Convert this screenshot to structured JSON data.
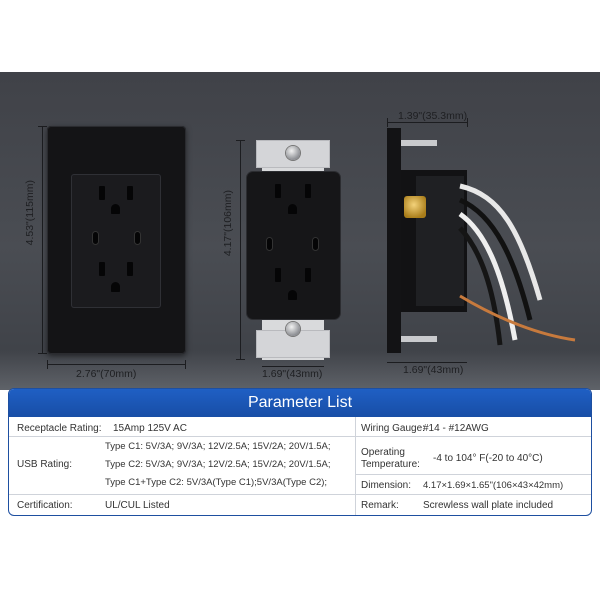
{
  "dimensions": {
    "plate_height": "4.53\"(115mm)",
    "plate_width": "2.76\"(70mm)",
    "receptacle_height": "4.17\"(106mm)",
    "receptacle_width": "1.69\"(43mm)",
    "side_depth_top": "1.39\"(35.3mm)",
    "side_width": "1.69\"(43mm)"
  },
  "panel": {
    "title": "Parameter List",
    "receptacle_rating_label": "Receptacle Rating:",
    "receptacle_rating_value": "15Amp 125V AC",
    "usb_rating_label": "USB Rating:",
    "usb_rating_lines": [
      "Type C1: 5V/3A; 9V/3A; 12V/2.5A; 15V/2A; 20V/1.5A;",
      "Type C2: 5V/3A; 9V/3A; 12V/2.5A; 15V/2A; 20V/1.5A;",
      "Type C1+Type C2: 5V/3A(Type C1);5V/3A(Type C2);"
    ],
    "certification_label": "Certification:",
    "certification_value": "UL/CUL Listed",
    "wiring_gauge_label": "Wiring Gauge:",
    "wiring_gauge_value": "#14 - #12AWG",
    "operating_temp_label_1": "Operating",
    "operating_temp_label_2": "Temperature:",
    "operating_temp_value": "-4 to 104° F(-20 to 40°C)",
    "dimension_label": "Dimension:",
    "dimension_value": "4.17×1.69×1.65\"(106×43×42mm)",
    "remark_label": "Remark:",
    "remark_value": "Screwless wall plate included"
  },
  "colors": {
    "panel_header": "#1f5fc4",
    "product_black": "#141416",
    "backdrop": "#45484e"
  }
}
